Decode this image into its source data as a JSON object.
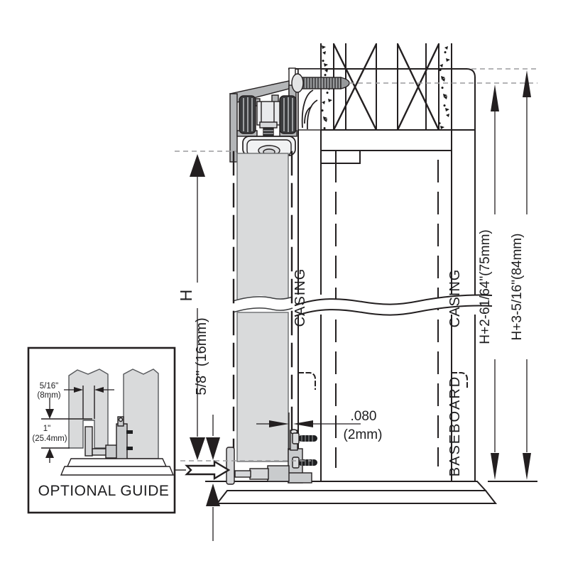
{
  "title": "Sliding door track installation section drawing",
  "colors": {
    "line": "#231f20",
    "panel_fill": "#d9dadb",
    "metal_fill": "#b4b6b8",
    "hardware_fill": "#c9cbcd",
    "hardware_light": "#e9eaec",
    "dark_fill": "#3b3c3e",
    "screw_fill": "#97999b",
    "dash_ref": "#9b9b9d",
    "background": "#ffffff"
  },
  "labels": {
    "door_height": "H",
    "bottom_gap": "5/8\" (16mm)",
    "casing_left": "CASING",
    "casing_right": "CASING",
    "baseboard": "BASEBOARD",
    "height_to_screw_line": "H+2-61/64\"(75mm)",
    "height_to_track_top": "H+3-5/16\"(84mm)",
    "wall_clearance_inches": ".080",
    "wall_clearance_mm": "(2mm)"
  },
  "inset": {
    "title": "OPTIONAL GUIDE",
    "groove_width_inches": "5/16\"",
    "groove_width_mm": "(8mm)",
    "groove_depth_inches": "1\"",
    "groove_depth_mm": "(25.4mm)"
  }
}
